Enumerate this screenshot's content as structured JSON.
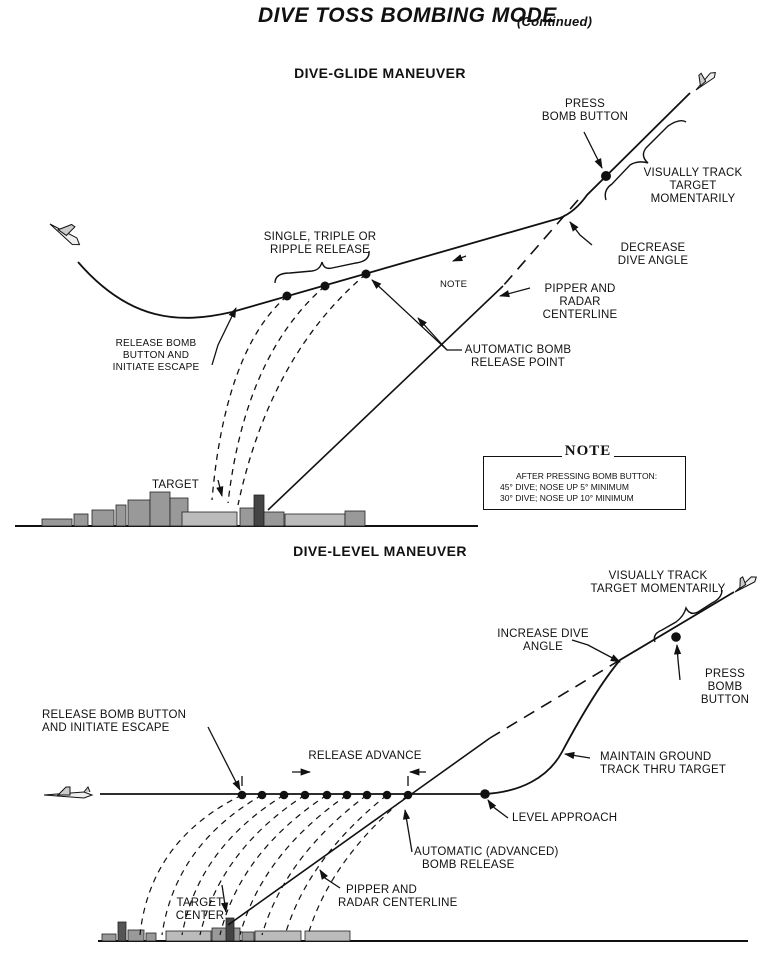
{
  "title": "DIVE TOSS BOMBING MODE",
  "title_suffix": "(Continued)",
  "glide": {
    "heading": "DIVE-GLIDE MANEUVER",
    "press_bomb_button": [
      "PRESS",
      "BOMB BUTTON"
    ],
    "visually_track": [
      "VISUALLY TRACK",
      "TARGET",
      "MOMENTARILY"
    ],
    "single_triple": [
      "SINGLE, TRIPLE OR",
      "RIPPLE RELEASE"
    ],
    "decrease_dive": [
      "DECREASE",
      "DIVE ANGLE"
    ],
    "note_label": "NOTE",
    "pipper": [
      "PIPPER AND",
      "RADAR",
      "CENTERLINE"
    ],
    "release_escape": [
      "RELEASE BOMB",
      "BUTTON AND",
      "INITIATE ESCAPE"
    ],
    "auto_release": [
      "AUTOMATIC BOMB",
      "RELEASE POINT"
    ],
    "target": "TARGET"
  },
  "note_box": {
    "title": "NOTE",
    "lines": [
      "AFTER  PRESSING BOMB BUTTON:",
      "45° DIVE; NOSE UP 5° MINIMUM",
      "30° DIVE; NOSE UP 10° MINIMUM"
    ]
  },
  "level": {
    "heading": "DIVE-LEVEL MANEUVER",
    "visually_track": [
      "VISUALLY TRACK",
      "TARGET MOMENTARILY"
    ],
    "increase_dive": [
      "INCREASE DIVE",
      "ANGLE"
    ],
    "press_bomb_button": [
      "PRESS",
      "BOMB",
      "BUTTON"
    ],
    "release_escape": [
      "RELEASE BOMB BUTTON",
      "AND INITIATE ESCAPE"
    ],
    "release_advance": "RELEASE ADVANCE",
    "maintain_track": [
      "MAINTAIN GROUND",
      "TRACK THRU TARGET"
    ],
    "level_approach": "LEVEL APPROACH",
    "auto_advanced": [
      "AUTOMATIC (ADVANCED)",
      "BOMB RELEASE"
    ],
    "pipper": [
      "PIPPER AND",
      "RADAR CENTERLINE"
    ],
    "target_center": [
      "TARGET",
      "CENTER"
    ]
  }
}
